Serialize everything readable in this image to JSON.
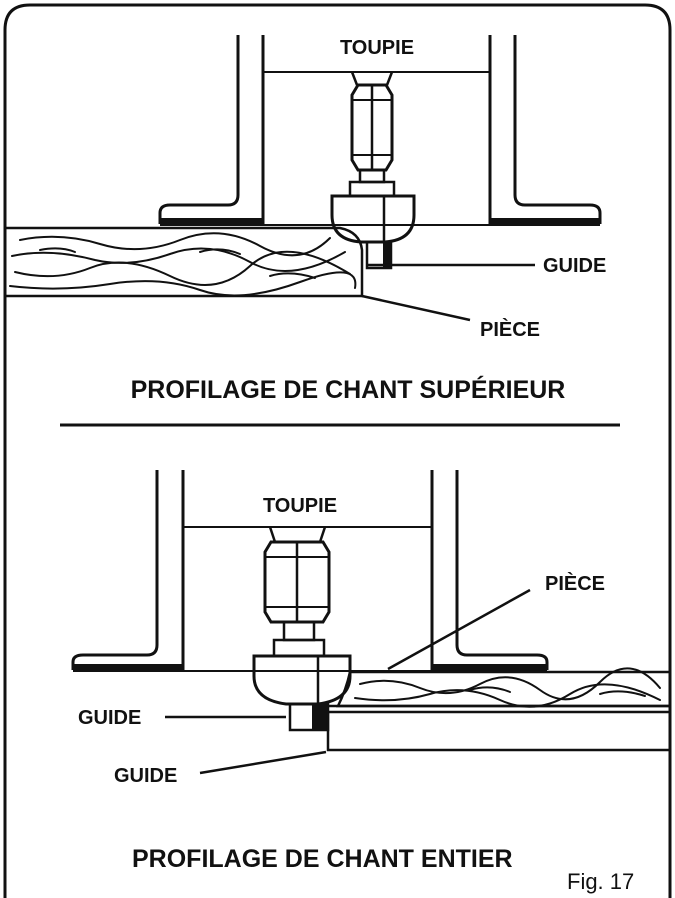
{
  "top_panel": {
    "router_label": "TOUPIE",
    "guide_label": "GUIDE",
    "workpiece_label": "PIÈCE",
    "caption": "PROFILAGE DE CHANT SUPÉRIEUR"
  },
  "bottom_panel": {
    "router_label": "TOUPIE",
    "workpiece_label": "PIÈCE",
    "guide_label_upper": "GUIDE",
    "guide_label_lower": "GUIDE",
    "caption": "PROFILAGE DE CHANT ENTIER"
  },
  "figure_label": "Fig. 17"
}
